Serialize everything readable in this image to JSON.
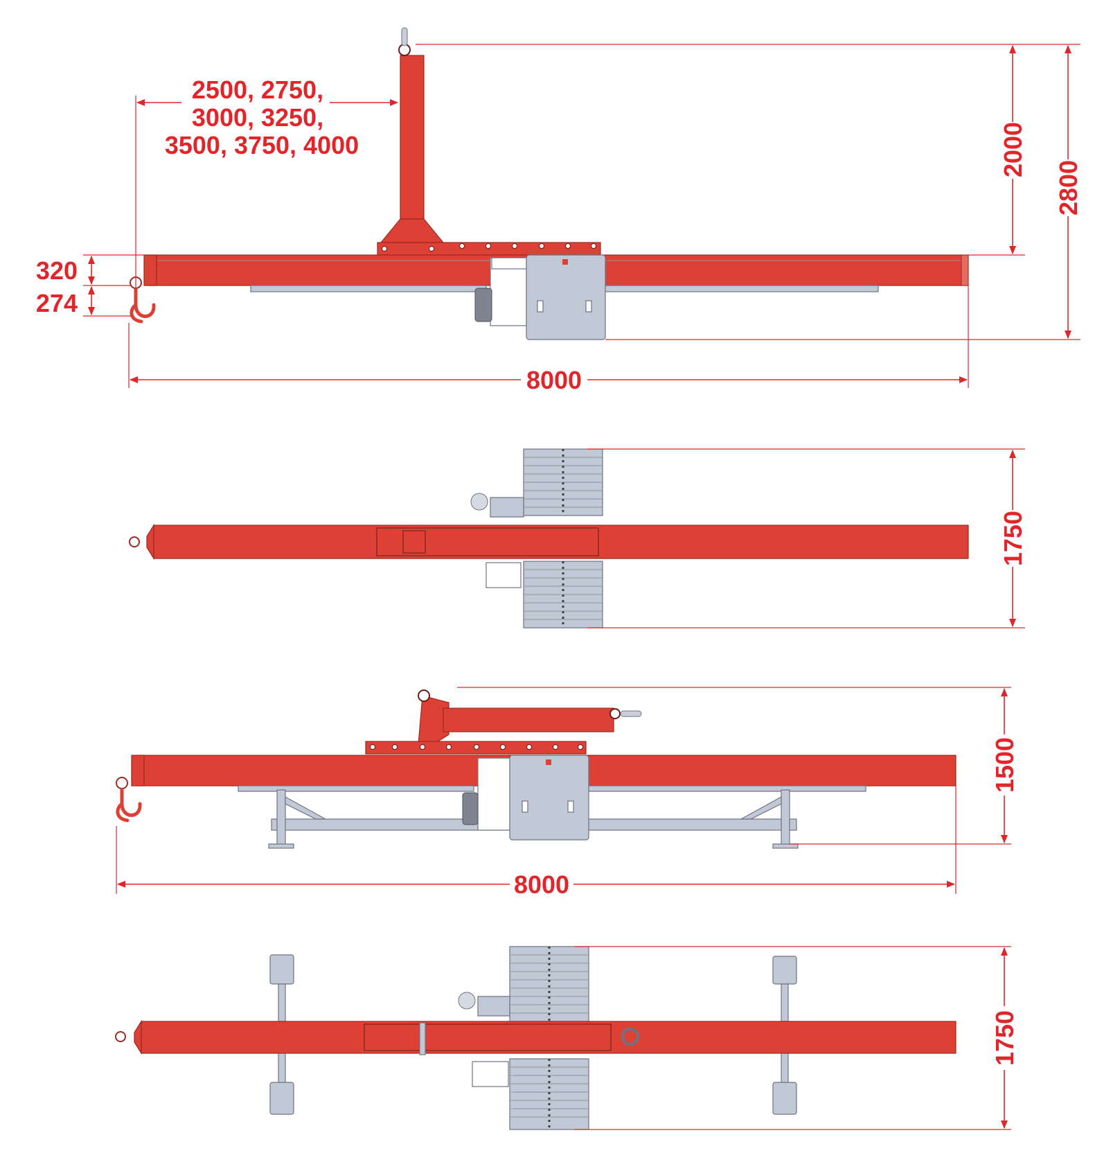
{
  "colors": {
    "dimension": "#e0262a",
    "beam": "#dd4034",
    "steel_grey": "#c2c9d6"
  },
  "views": {
    "side_view": {
      "reach_lines": [
        "2500, 2750,",
        "3000, 3250,",
        "3500, 3750, 4000"
      ],
      "mast_height": "2000",
      "total_height": "2800",
      "beam_height": "320",
      "hook_drop": "274",
      "total_length": "8000"
    },
    "top_view": {
      "width": "1750"
    },
    "transport_side_view": {
      "height": "1500",
      "total_length": "8000"
    },
    "transport_top_view": {
      "width": "1750"
    }
  }
}
